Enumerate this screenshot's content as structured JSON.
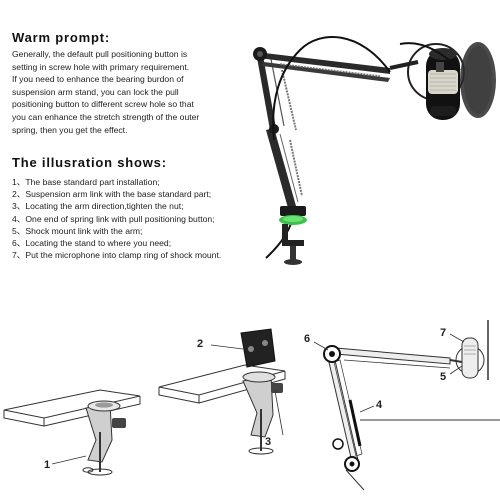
{
  "warm_prompt": {
    "heading": "Warm prompt:",
    "lines": [
      "Generally, the default pull positioning  button is",
      "setting in screw hole with primary requirement.",
      "If you need to enhance the bearing burdon of",
      "suspension arm stand, you can lock the pull",
      "positioning button to different screw hole so that",
      "you can enhance the stretch strength of the outer",
      "spring, then you get the effect."
    ]
  },
  "illustration": {
    "heading": "The illusration shows:",
    "steps": [
      "1、The base standard part installation;",
      "2、Suspension arm link with the base standard part;",
      "3、Locating the arm direction,tighten the nut;",
      "4、One end of spring link with pull positioning button;",
      "5、Shock mount link with the arm;",
      "6、Locating the stand to where you need;",
      "7、Put the microphone into clamp ring of shock mount."
    ]
  },
  "callouts": {
    "n1": "1",
    "n2": "2",
    "n3": "3",
    "n4": "4",
    "n5": "5",
    "n6": "6",
    "n7": "7"
  }
}
